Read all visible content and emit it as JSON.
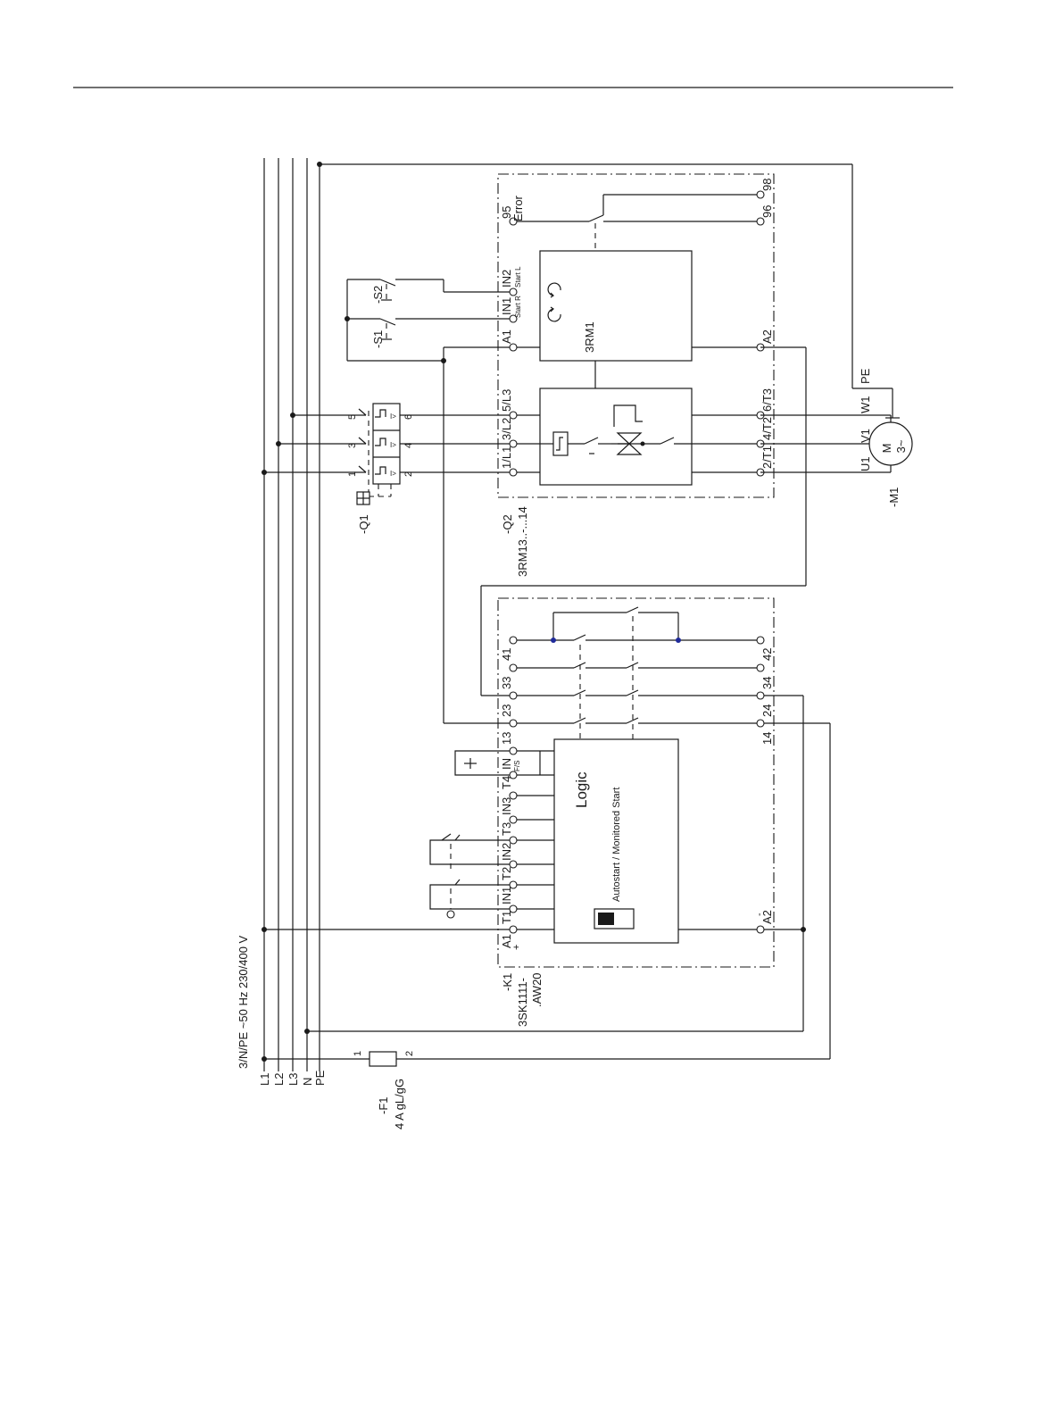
{
  "supply": {
    "spec": "3/N/PE ~50 Hz  230/400 V",
    "lines": [
      "L1",
      "L2",
      "L3",
      "N",
      "PE"
    ]
  },
  "fuse": {
    "name": "-F1",
    "rating": "4 A gL/gG",
    "pin_in": "1",
    "pin_out": "2"
  },
  "breaker": {
    "name": "-Q1",
    "pins_top": [
      "1",
      "3",
      "5"
    ],
    "pins_bottom": [
      "2",
      "4",
      "6"
    ]
  },
  "buttons": {
    "s1": "-S1",
    "s2": "-S2"
  },
  "starter": {
    "name": "-Q2",
    "type": "3RM13..-...14",
    "module": "3RM1",
    "t_a1": "A1",
    "t_in1": "IN1",
    "t_in2": "IN2",
    "in1_sub": "Start R",
    "in2_sub": "Start L",
    "t_95": "95",
    "error": "Error",
    "t_96": "96",
    "t_98": "98",
    "t_a2": "A2",
    "line_terms": [
      "1/L1",
      "3/L2",
      "5/L3"
    ],
    "load_terms": [
      "2/T1",
      "4/T2",
      "6/T3"
    ]
  },
  "motor": {
    "name": "-M1",
    "symbol": "M",
    "phase": "3~",
    "terms": [
      "U1",
      "V1",
      "W1",
      "PE"
    ]
  },
  "relay": {
    "name": "-K1",
    "type_1": "3SK1111-",
    "type_2": ".AW20",
    "logic": "Logic",
    "mode": "Autostart / Monitored Start",
    "t_a1": "A1",
    "t_a1_sign": "+",
    "t_t1": "T1",
    "t_in1": "IN1",
    "t_t2": "T2",
    "t_in2": "IN2",
    "t_t3": "T3",
    "t_in3": "IN3",
    "t_t4": "T4",
    "t_in": "IN",
    "t_in_sub": "F/S",
    "contacts_top": [
      "13",
      "23",
      "33",
      "41"
    ],
    "contacts_bottom": [
      "14",
      "24",
      "34",
      "42"
    ],
    "t_a2": "A2",
    "t_a2_sign": "-"
  }
}
